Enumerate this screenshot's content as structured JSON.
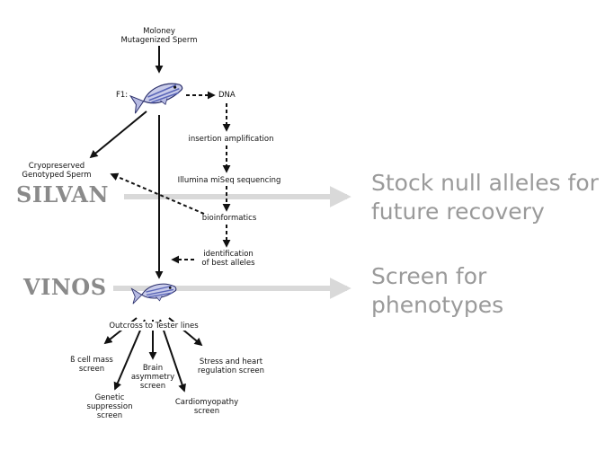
{
  "source": {
    "line1": "Moloney",
    "line2": "Mutagenized Sperm"
  },
  "f1_label": "F1:",
  "dna": "DNA",
  "steps": {
    "insertion": "insertion amplification",
    "sequencing": "Illumina miSeq sequencing",
    "bioinformatics": "bioinformatics",
    "identification_1": "identification",
    "identification_2": "of best alleles"
  },
  "cryo": {
    "line1": "Cryopreserved",
    "line2": "Genotyped Sperm"
  },
  "silvan": {
    "name": "SILVAN",
    "goal_line1": "Stock null alleles for",
    "goal_line2": "future recovery"
  },
  "vinos": {
    "name": "VINOS",
    "goal_line1": "Screen for",
    "goal_line2": "phenotypes"
  },
  "outcross": "Outcross to Tester lines",
  "screens": {
    "beta_cell": {
      "line1": "ß cell mass",
      "line2": "screen"
    },
    "genetic": {
      "line1": "Genetic",
      "line2": "suppression",
      "line3": "screen"
    },
    "brain": {
      "line1": "Brain",
      "line2": "asymmetry",
      "line3": "screen"
    },
    "cardio": {
      "line1": "Cardiomyopathy",
      "line2": "screen"
    },
    "stress": {
      "line1": "Stress and heart",
      "line2": "regulation screen"
    }
  },
  "colors": {
    "ink": "#111111",
    "gray_arrow": "#d9d9d9",
    "gray_text": "#8a8a8a",
    "fish_blue": "#5a66b8"
  },
  "icons": [
    "zebrafish-icon"
  ]
}
